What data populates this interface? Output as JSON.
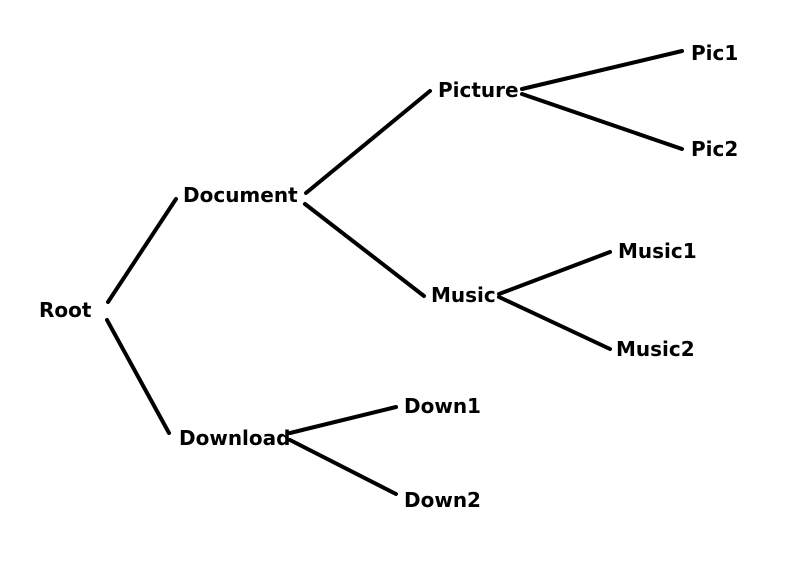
{
  "tree": {
    "nodes": {
      "root": "Root",
      "document": "Document",
      "download": "Download",
      "picture": "Picture",
      "music": "Music",
      "pic1": "Pic1",
      "pic2": "Pic2",
      "music1": "Music1",
      "music2": "Music2",
      "down1": "Down1",
      "down2": "Down2"
    },
    "edges": [
      [
        "Root",
        "Document"
      ],
      [
        "Root",
        "Download"
      ],
      [
        "Document",
        "Picture"
      ],
      [
        "Document",
        "Music"
      ],
      [
        "Picture",
        "Pic1"
      ],
      [
        "Picture",
        "Pic2"
      ],
      [
        "Music",
        "Music1"
      ],
      [
        "Music",
        "Music2"
      ],
      [
        "Download",
        "Down1"
      ],
      [
        "Download",
        "Down2"
      ]
    ]
  }
}
